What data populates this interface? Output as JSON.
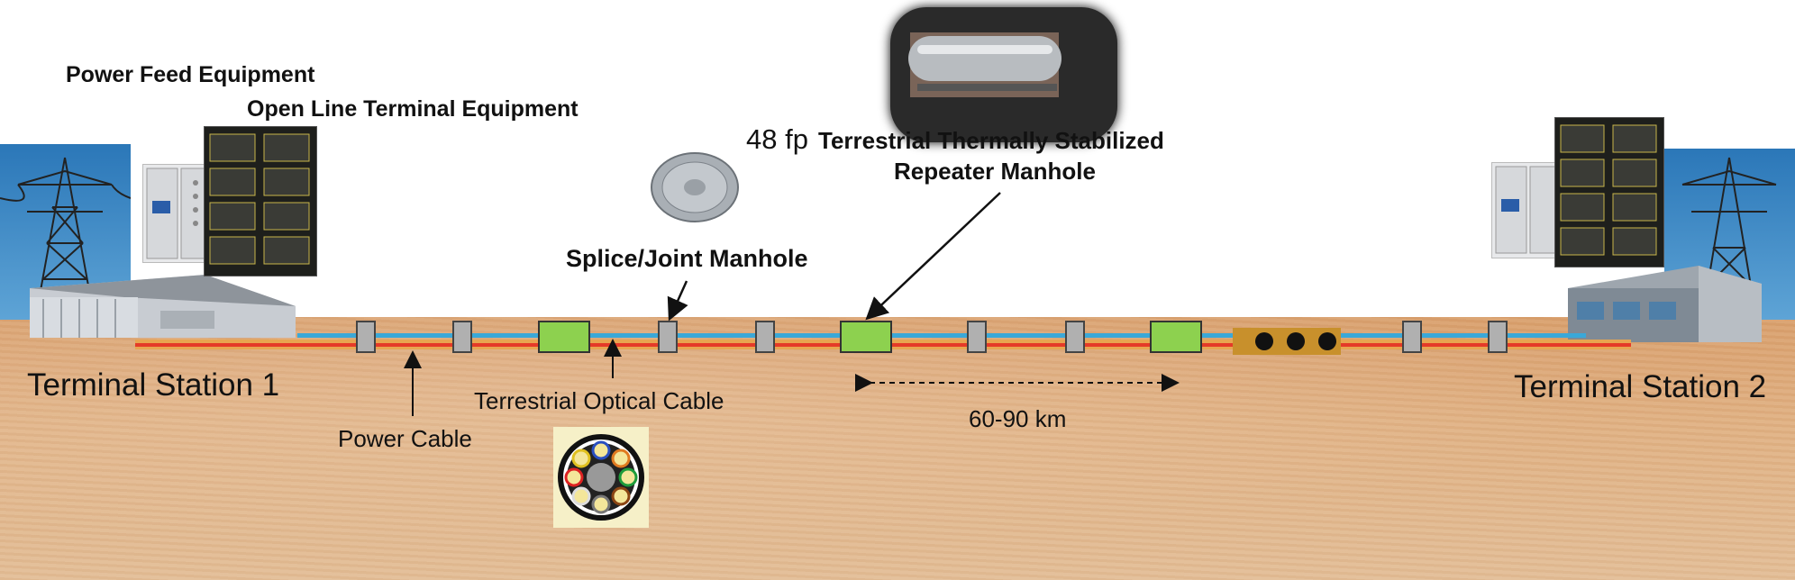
{
  "labels": {
    "power_feed": "Power Feed Equipment",
    "open_line": "Open Line Terminal Equipment",
    "repeater_manhole_prefix": "48 fp",
    "repeater_manhole_line1": "Terrestrial Thermally Stabilized",
    "repeater_manhole_line2": "Repeater Manhole",
    "splice_manhole": "Splice/Joint Manhole",
    "station1": "Terminal Station 1",
    "station2": "Terminal Station 2",
    "optical_cable": "Terrestrial Optical Cable",
    "power_cable": "Power Cable",
    "span_distance": "60-90 km"
  },
  "colors": {
    "cable_red": "#e53a28",
    "cable_blue": "#3aa8d8",
    "cable_orange": "#f0a030",
    "repeater_green": "#8dd14f",
    "splice_gray": "#b0b0b0",
    "ground_sand": "#e0b183",
    "sky_blue": "#2a7ec0"
  },
  "icons": {
    "tower": "transmission-tower-icon",
    "building": "station-building-icon",
    "cabinet": "equipment-cabinet-icon",
    "rack": "equipment-rack-icon",
    "manhole": "manhole-cover-icon",
    "repeater_housing": "repeater-housing-icon",
    "cable_section": "cable-cross-section-icon"
  }
}
